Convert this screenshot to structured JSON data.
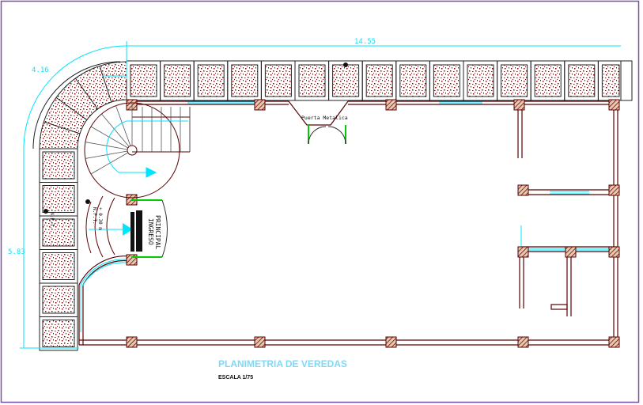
{
  "drawing": {
    "title": "PLANIMETRIA DE VEREDAS",
    "scale": "ESCALA 1/75",
    "dimensions": {
      "width_top": "14.55",
      "height_left": "5.83",
      "radius": "4.16"
    },
    "labels": {
      "door": "Puerta Metalica",
      "entrance_line1": "INGRESO",
      "entrance_line2": "PRINCIPAL",
      "level_1": "N.P.T.",
      "level_2": "+ 0.30 m"
    },
    "colors": {
      "dimension": "#00e5ff",
      "wall": "#5a0000",
      "paver": "#7a0a0a",
      "frame": "#7b4fa8",
      "door": "#00cc00",
      "title": "#7fd9f5"
    }
  }
}
